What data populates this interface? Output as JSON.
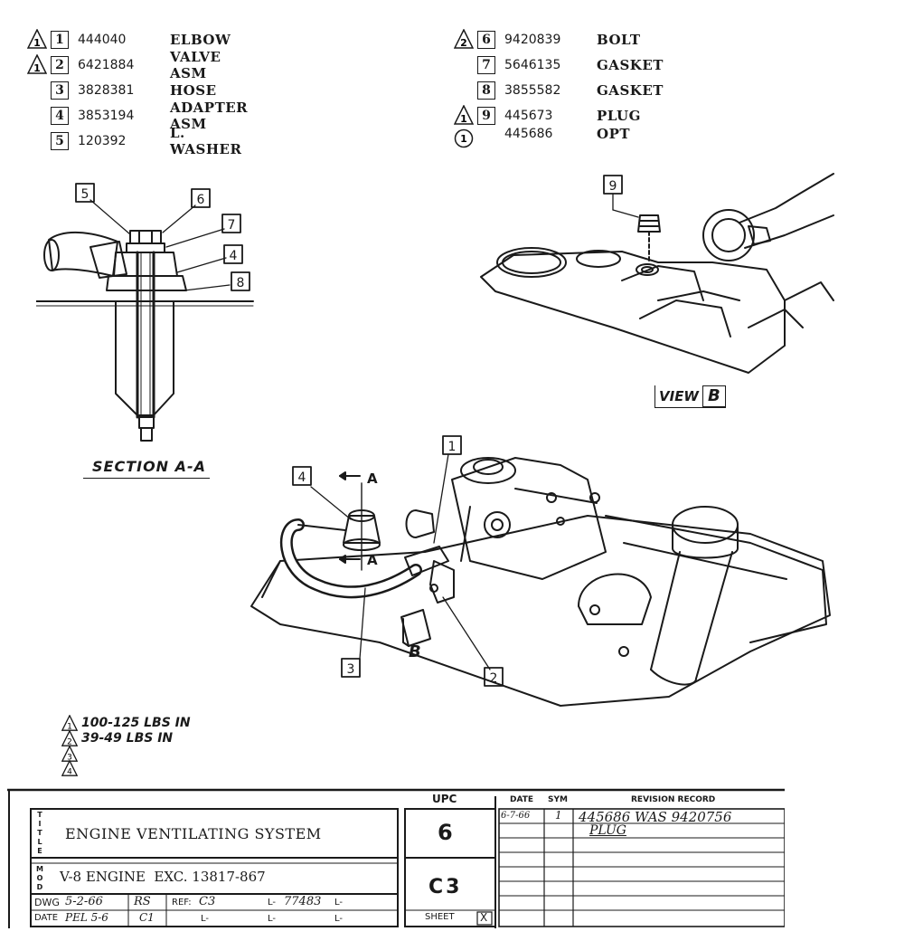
{
  "parts_left": [
    {
      "flag": "1",
      "num": "1",
      "part": "444040",
      "desc": "ELBOW"
    },
    {
      "flag": "1",
      "num": "2",
      "part": "6421884",
      "desc": "VALVE ASM"
    },
    {
      "flag": "",
      "num": "3",
      "part": "3828381",
      "desc": "HOSE"
    },
    {
      "flag": "",
      "num": "4",
      "part": "3853194",
      "desc": "ADAPTER ASM"
    },
    {
      "flag": "",
      "num": "5",
      "part": "120392",
      "desc": "L. WASHER"
    }
  ],
  "parts_right": [
    {
      "flag": "2",
      "num": "6",
      "part": "9420839",
      "desc": "BOLT"
    },
    {
      "flag": "",
      "num": "7",
      "part": "5646135",
      "desc": "GASKET"
    },
    {
      "flag": "",
      "num": "8",
      "part": "3855582",
      "desc": "GASKET"
    },
    {
      "flag": "1",
      "num": "9",
      "part": "445673",
      "desc": "PLUG"
    }
  ],
  "opt_row": {
    "circle": "1",
    "part": "445686",
    "desc": "OPT"
  },
  "section_label": "SECTION A-A",
  "view_label": "VIEW",
  "view_letter": "B",
  "section_callouts": [
    "5",
    "6",
    "7",
    "4",
    "8"
  ],
  "view_callout": "9",
  "main_callouts": [
    "1",
    "4",
    "3",
    "2"
  ],
  "arrow_letter": "A",
  "b_letter": "B",
  "torque_notes": [
    {
      "flag": "1",
      "text": "100-125 LBS IN"
    },
    {
      "flag": "2",
      "text": "39-49 LBS IN"
    },
    {
      "flag": "3",
      "text": ""
    },
    {
      "flag": "4",
      "text": ""
    }
  ],
  "title_block": {
    "title_letters": [
      "T",
      "I",
      "T",
      "L",
      "E"
    ],
    "mod_letters": [
      "M",
      "O",
      "D"
    ],
    "title": "ENGINE VENTILATING SYSTEM",
    "model": "V-8 ENGINE  EXC. 13817-867",
    "upc_header": "UPC",
    "upc": "6",
    "code": "C3",
    "sheet_label": "SHEET",
    "sheet_mark": "X",
    "date_header": "DATE",
    "sym_header": "SYM",
    "rev_header": "REVISION RECORD",
    "rev_date": "6-7-66",
    "rev_sym": "1",
    "rev_text_1": "445686 WAS 9420756",
    "rev_text_2": "PLUG",
    "dwg_label": "DWG",
    "dwg_date": "5-2-66",
    "dwg_init": "RS",
    "date_label": "DATE",
    "date_value": "PEL 5-6",
    "date_init": "C1",
    "ref_label": "REF:",
    "ref_value": "C3",
    "l_label": "L-",
    "l_value": "77483"
  }
}
